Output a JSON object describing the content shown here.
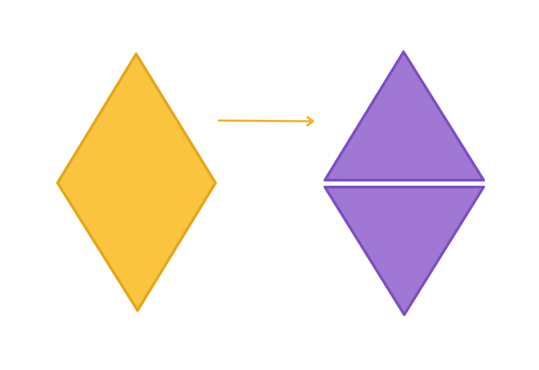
{
  "diagram": {
    "colors": {
      "rhombus_fill": "#FBC43F",
      "rhombus_stroke": "#E3A718",
      "arrow": "#F2B21F",
      "triangle_fill": "#A078D3",
      "triangle_stroke": "#7B4FC4",
      "background": "#FFFFFF"
    },
    "shapes": [
      {
        "name": "rhombus",
        "role": "original shape"
      },
      {
        "name": "arrow",
        "role": "transformation",
        "direction": "right"
      },
      {
        "name": "upper-triangle",
        "role": "piece"
      },
      {
        "name": "lower-triangle",
        "role": "piece"
      }
    ]
  }
}
